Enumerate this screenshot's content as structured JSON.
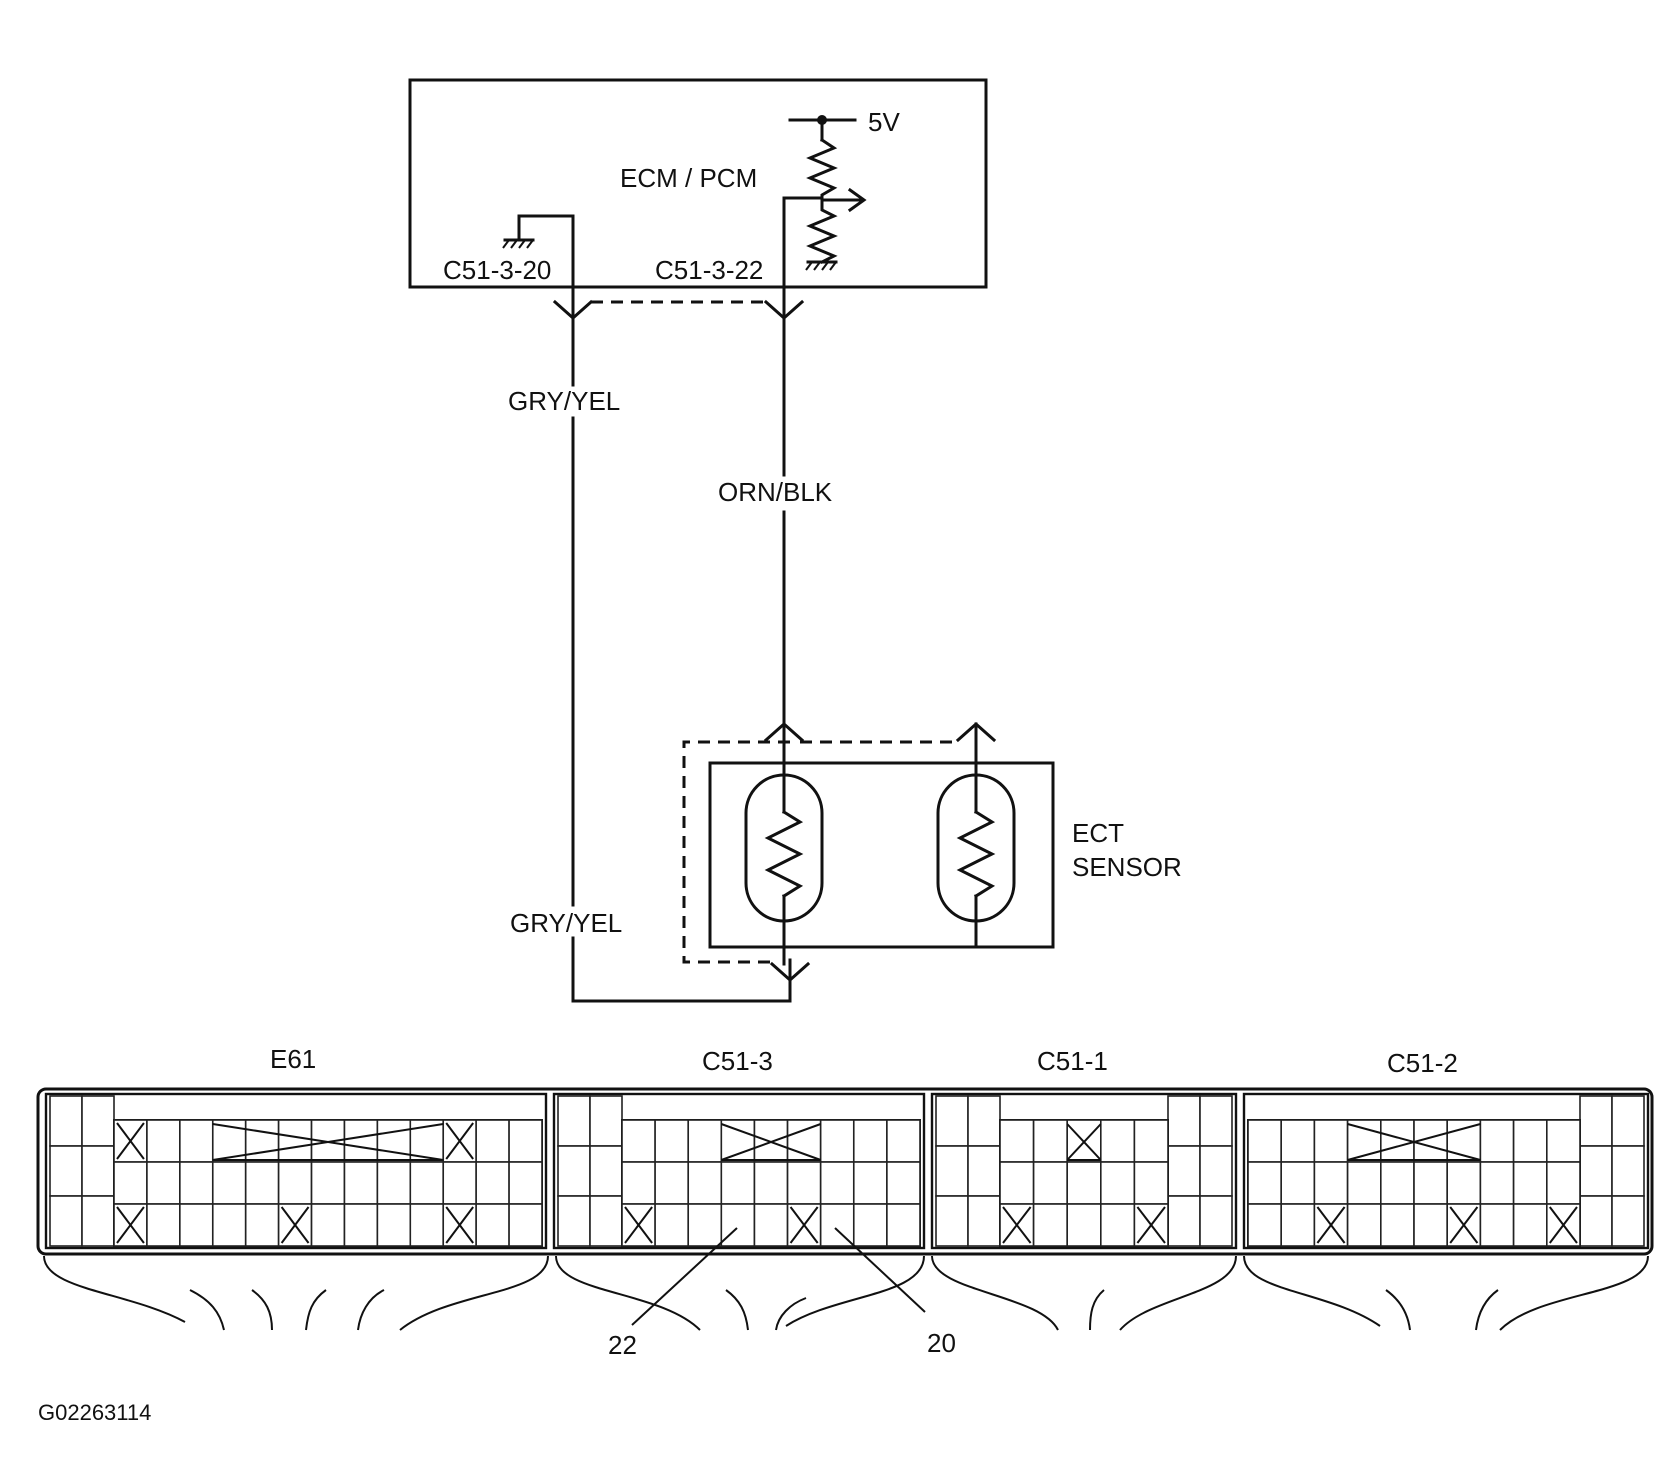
{
  "ecm": {
    "label": "ECM / PCM",
    "voltage": "5V",
    "pin_ground": "C51-3-20",
    "pin_signal": "C51-3-22"
  },
  "wires": {
    "left_top": "GRY/YEL",
    "right": "ORN/BLK",
    "left_bottom": "GRY/YEL"
  },
  "sensor": {
    "line1": "ECT",
    "line2": "SENSOR"
  },
  "connectors": [
    {
      "name": "E61"
    },
    {
      "name": "C51-3"
    },
    {
      "name": "C51-1"
    },
    {
      "name": "C51-2"
    }
  ],
  "pin_callouts": {
    "pin_22": "22",
    "pin_20": "20"
  },
  "figure_id": "G02263114"
}
